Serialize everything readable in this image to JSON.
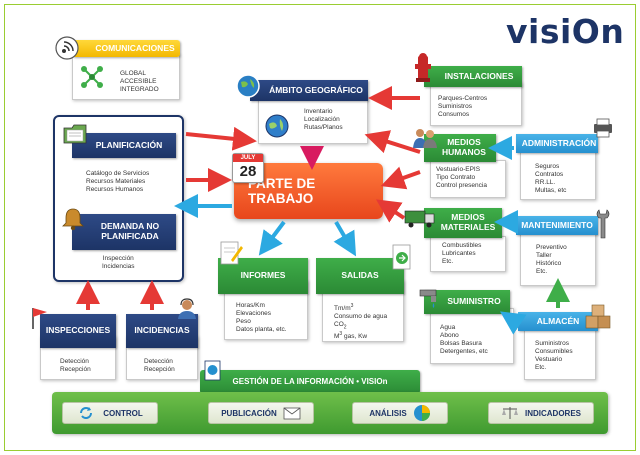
{
  "logo": "visiOn",
  "comunicaciones": {
    "title": "COMUNICACIONES",
    "lines": [
      "GLOBAL",
      "ACCESIBLE",
      "INTEGRADO"
    ]
  },
  "ambito": {
    "title": "ÁMBITO GEOGRÁFICO",
    "lines": [
      "Inventario",
      "Localización",
      "Rutas/Planos"
    ]
  },
  "planificacion": {
    "title": "PLANIFICACIÓN",
    "lines": [
      "Catálogo de Servicios",
      "Recursos Materiales",
      "Recursos Humanos"
    ]
  },
  "demanda": {
    "title_line1": "DEMANDA NO",
    "title_line2": "PLANIFICADA",
    "lines": [
      "Inspección",
      "Incidencias"
    ]
  },
  "parte": {
    "title": "PARTE DE TRABAJO",
    "calendar_month": "JULY",
    "calendar_day": "28"
  },
  "instalaciones": {
    "title": "INSTALACIONES",
    "lines": [
      "Parques-Centros",
      "Suministros",
      "Consumos"
    ]
  },
  "medios_humanos": {
    "title_line1": "MEDIOS",
    "title_line2": "HUMANOS",
    "lines": [
      "Vestuario-EPIS",
      "Tipo Contrato",
      "Control presencia"
    ]
  },
  "administracion": {
    "title": "ADMINISTRACIÓN",
    "lines": [
      "Seguros",
      "Contratos",
      "RR.LL.",
      "Multas, etc"
    ]
  },
  "medios_materiales": {
    "title_line1": "MEDIOS",
    "title_line2": "MATERIALES",
    "lines": [
      "Combustibles",
      "Lubricantes",
      "Etc."
    ]
  },
  "mantenimiento": {
    "title": "MANTENIMIENTO",
    "lines": [
      "Preventivo",
      "Taller",
      "Histórico",
      "Etc."
    ]
  },
  "informes": {
    "title": "INFORMES",
    "lines": [
      "Horas/Km",
      "Elevaciones",
      "Peso",
      "Datos planta, etc."
    ]
  },
  "salidas": {
    "title": "SALIDAS",
    "line1_base": "Tm/m",
    "line1_sup": "3",
    "line2": "Consumo de agua",
    "line3_base": "CO",
    "line3_sub": "2",
    "line4_base": "M",
    "line4_sup": "3",
    "line4_rest": " gas, Kw"
  },
  "suministro": {
    "title": "SUMINISTRO",
    "lines": [
      "Agua",
      "Abono",
      "Bolsas Basura",
      "Detergentes, etc"
    ]
  },
  "almacen": {
    "title": "ALMACÉN",
    "lines": [
      "Suministros",
      "Consumibles",
      "Vestuario",
      "Etc."
    ]
  },
  "inspecciones": {
    "title": "INSPECCIONES",
    "lines": [
      "Detección",
      "Recepción"
    ]
  },
  "incidencias": {
    "title": "INCIDENCIAS",
    "lines": [
      "Detección",
      "Recepción"
    ]
  },
  "gestion": {
    "title": "GESTIÓN DE LA INFORMACIÓN • VISIOn"
  },
  "bottom": {
    "control": "CONTROL",
    "publicacion": "PUBLICACIÓN",
    "analisis": "ANÁLISIS",
    "indicadores": "INDICADORES"
  },
  "colors": {
    "navy": "#1d3466",
    "green": "#2b8a35",
    "blue": "#2590cf",
    "red": "#e53935",
    "orange": "#f05a28",
    "yellow": "#f3b800"
  }
}
